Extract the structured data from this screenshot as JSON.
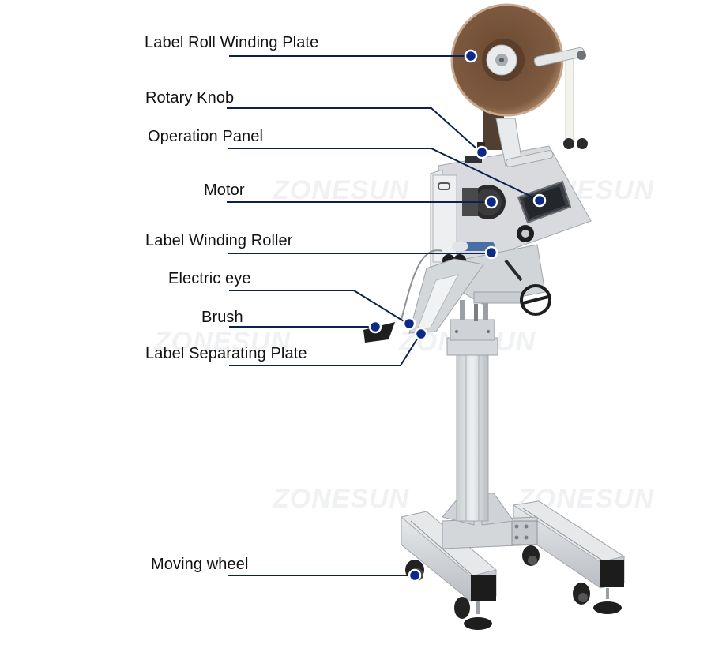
{
  "diagram": {
    "subject": "Labeling machine on aluminium stand",
    "watermark": "ZONESUN",
    "leader_color": "#0d2150",
    "dot_color": "#0c2a8a",
    "labels": [
      {
        "id": "label-roll-winding-plate",
        "text": "Label Roll Winding Plate"
      },
      {
        "id": "rotary-knob",
        "text": "Rotary Knob"
      },
      {
        "id": "operation-panel",
        "text": "Operation Panel"
      },
      {
        "id": "motor",
        "text": "Motor"
      },
      {
        "id": "label-winding-roller",
        "text": "Label Winding Roller"
      },
      {
        "id": "electric-eye",
        "text": "Electric eye"
      },
      {
        "id": "brush",
        "text": "Brush"
      },
      {
        "id": "label-separating-plate",
        "text": "Label Separating Plate"
      },
      {
        "id": "moving-wheel",
        "text": "Moving wheel"
      }
    ]
  }
}
